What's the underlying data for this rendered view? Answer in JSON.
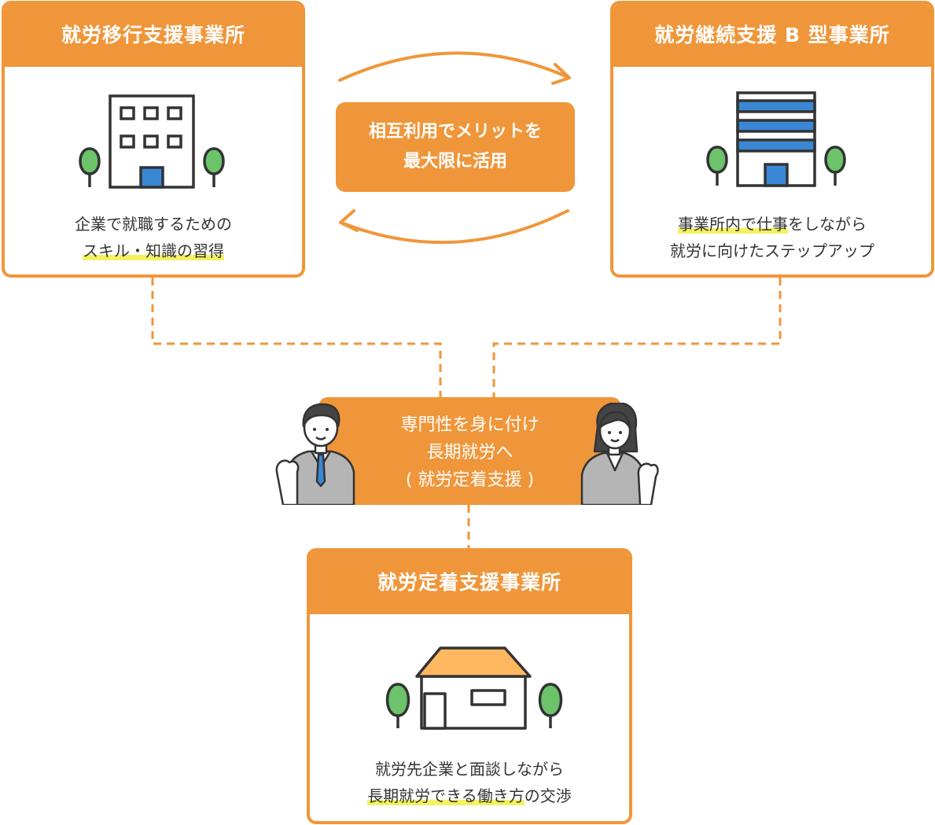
{
  "left_card": {
    "title": "就労移行支援事業所",
    "desc_line1": "企業で就職するための",
    "desc_line2": "スキル・知識の習得"
  },
  "right_card": {
    "title": "就労継続支援 B 型事業所",
    "desc_line1_hl": "事業所内で仕事",
    "desc_line1_rest": "をしながら",
    "desc_line2": "就労に向けたステップアップ"
  },
  "mutual": {
    "line1": "相互利用でメリットを",
    "line2": "最大限に活用"
  },
  "center": {
    "line1": "専門性を身に付け",
    "line2": "長期就労へ",
    "line3": "( 就労定着支援 )"
  },
  "bottom_card": {
    "title": "就労定着支援事業所",
    "desc_line1": "就労先企業と面談しながら",
    "desc_line2_hl": "長期就労できる働き方",
    "desc_line2_rest": "の交渉"
  },
  "colors": {
    "orange": "#f0963a",
    "tree_green": "#6cc36a",
    "window_blue": "#3a87d6",
    "roof_orange": "#ffb860",
    "highlight_yellow": "#f3f260",
    "suit_gray": "#b5b5b5"
  }
}
